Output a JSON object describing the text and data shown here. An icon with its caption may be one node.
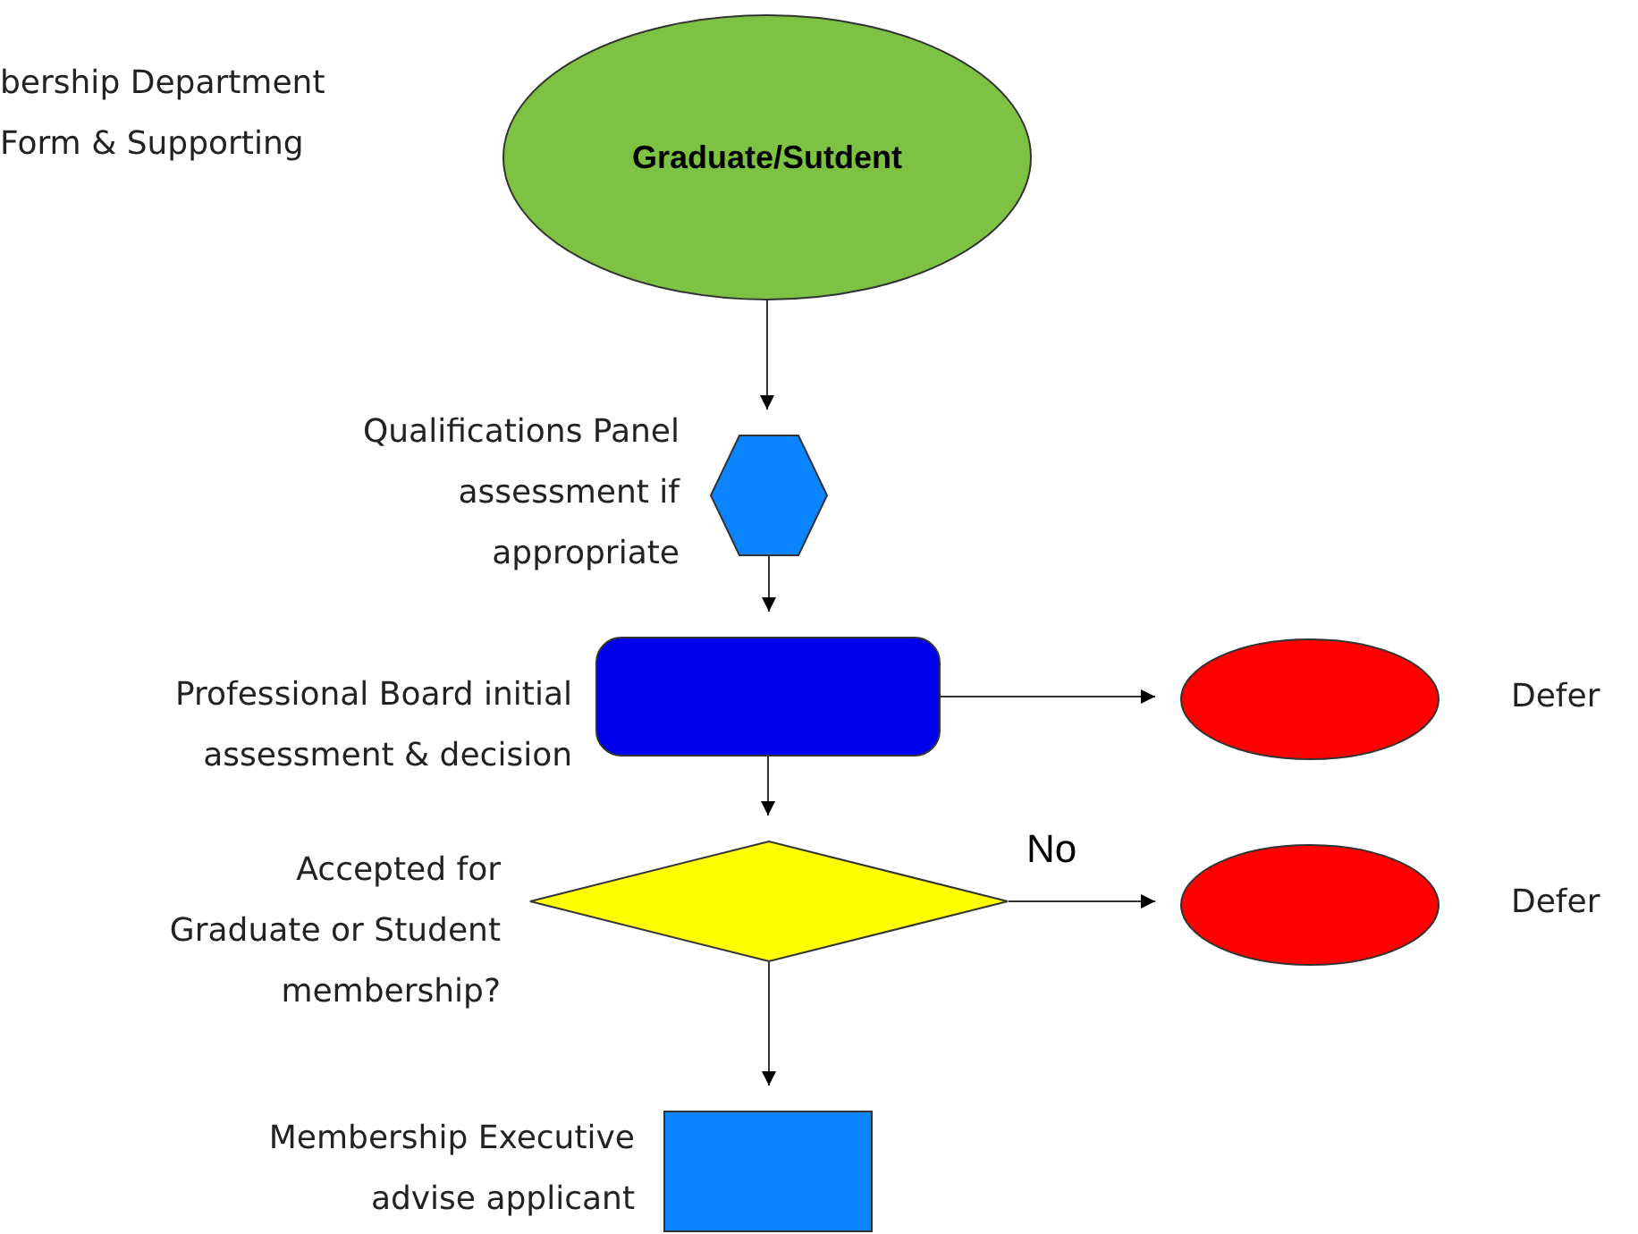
{
  "diagram": {
    "nodes": [
      {
        "text": [
          "Graduate/Sutdent"
        ]
      },
      {
        "text": [],
        "shape": "hexagon",
        "beside": [
          "Qualifications Panel assessment if appropriate"
        ]
      },
      {
        "text": [],
        "shape": "box",
        "beside": [
          "Professional Board initial assessment & decision"
        ]
      },
      {
        "text": [],
        "shape": "ellipse",
        "beside": [
          "Defer"
        ]
      },
      {
        "text": [],
        "shape": "diamond",
        "beside": [
          "Accepted for Graduate or Student membership?"
        ]
      },
      {
        "text": [],
        "shape": "ellipse",
        "beside": [
          "Defer"
        ]
      },
      {
        "text": [],
        "shape": "box",
        "beside": [
          "Membership Executive advise applicant"
        ]
      }
    ],
    "edges": [
      {
        "from": 0,
        "to": 1,
        "arrow": "to"
      },
      {
        "from": 1,
        "to": 2,
        "arrow": "to"
      },
      {
        "from": 2,
        "to": 3,
        "arrow": "to"
      },
      {
        "from": 2,
        "to": 4,
        "arrow": "to"
      },
      {
        "from": 4,
        "to": 5,
        "arrow": "to",
        "label": "No"
      },
      {
        "from": 4,
        "to": 6,
        "arrow": "to"
      }
    ],
    "labels": [
      "bership Department Form & Supporting"
    ]
  }
}
